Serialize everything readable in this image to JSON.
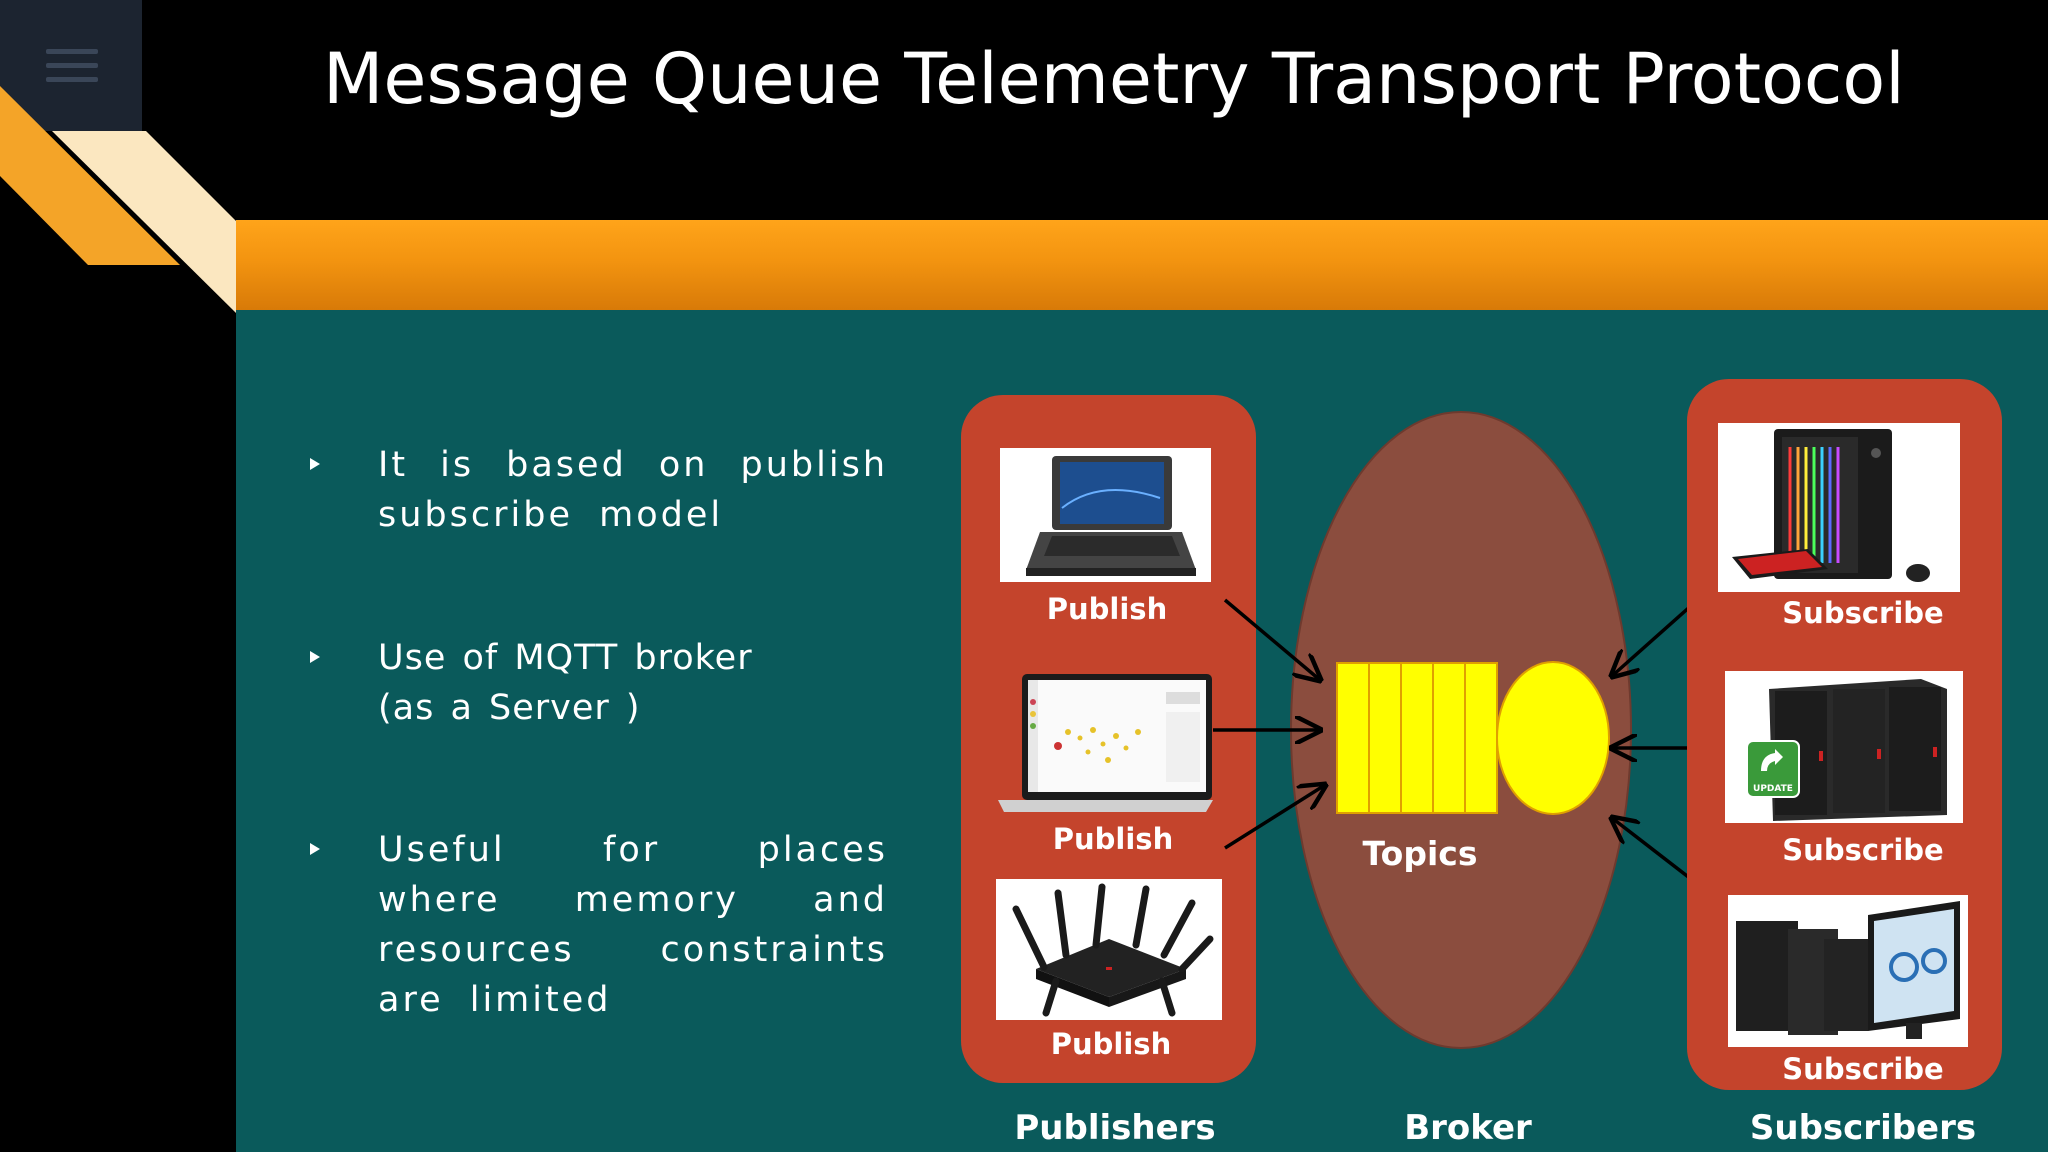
{
  "title": "Message Queue Telemetry Transport Protocol",
  "colors": {
    "background": "#000000",
    "accent_orange": "#f39410",
    "content_teal": "#0a5a5b",
    "panel_red": "#c4442c",
    "broker_brown": "#8b4d3e",
    "topic_yellow": "#ffff00"
  },
  "menu": {
    "icon": "hamburger-menu-icon"
  },
  "bullets": [
    {
      "text": "It is based on publish subscribe model"
    },
    {
      "text": "Use of MQTT broker (as a Server )"
    },
    {
      "text": "Useful for places where memory and resources constraints are limited"
    }
  ],
  "diagram": {
    "publishers": [
      {
        "icon": "rugged-laptop-icon",
        "label": "Publish"
      },
      {
        "icon": "laptop-map-dashboard-icon",
        "label": "Publish"
      },
      {
        "icon": "wifi-router-icon",
        "label": "Publish"
      }
    ],
    "subscribers": [
      {
        "icon": "gaming-desktop-pc-icon",
        "label": "Subscribe"
      },
      {
        "icon": "server-update-icon",
        "label": "Subscribe"
      },
      {
        "icon": "desktop-monitor-icon",
        "label": "Subscribe"
      }
    ],
    "broker": {
      "topics_label": "Topics"
    },
    "group_labels": {
      "publishers": "Publishers",
      "broker": "Broker",
      "subscribers": "Subscribers"
    }
  }
}
